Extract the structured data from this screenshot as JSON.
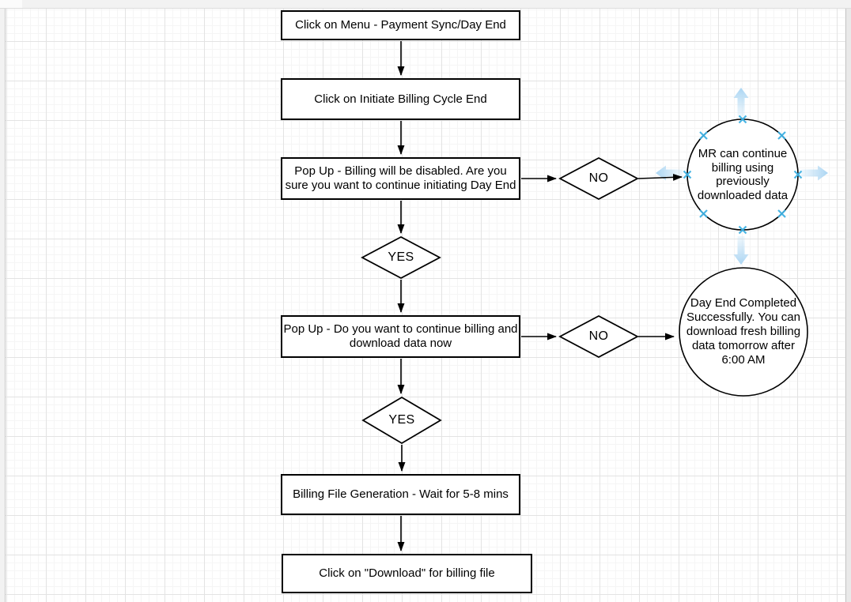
{
  "app": {
    "view": "diagram-editor-canvas"
  },
  "flowchart": {
    "nodes": [
      {
        "id": "step1",
        "type": "process",
        "label": "Click on Menu - Payment Sync/Day End"
      },
      {
        "id": "step2",
        "type": "process",
        "label": "Click on Initiate Billing Cycle End"
      },
      {
        "id": "popup1",
        "type": "process",
        "label": "Pop Up - Billing will be disabled. Are you\nsure you want to continue initiating Day End"
      },
      {
        "id": "yes1",
        "type": "decision",
        "label": "YES"
      },
      {
        "id": "no1",
        "type": "decision",
        "label": "NO"
      },
      {
        "id": "circle1",
        "type": "terminator",
        "label": "MR can continue\nbilling using\npreviously\ndownloaded data"
      },
      {
        "id": "popup2",
        "type": "process",
        "label": "Pop Up - Do you want to continue billing and\ndownload data now"
      },
      {
        "id": "yes2",
        "type": "decision",
        "label": "YES"
      },
      {
        "id": "no2",
        "type": "decision",
        "label": "NO"
      },
      {
        "id": "circle2",
        "type": "terminator",
        "label": "Day End Completed\nSuccessfully. You can\ndownload fresh billing\ndata tomorrow after\n6:00 AM"
      },
      {
        "id": "step5",
        "type": "process",
        "label": "Billing File Generation - Wait for 5-8 mins"
      },
      {
        "id": "step6",
        "type": "process",
        "label": "Click on \"Download\" for billing file"
      }
    ],
    "edges": [
      {
        "from": "step1",
        "to": "step2"
      },
      {
        "from": "step2",
        "to": "popup1"
      },
      {
        "from": "popup1",
        "to": "yes1"
      },
      {
        "from": "popup1",
        "to": "no1"
      },
      {
        "from": "no1",
        "to": "circle1"
      },
      {
        "from": "yes1",
        "to": "popup2"
      },
      {
        "from": "popup2",
        "to": "no2"
      },
      {
        "from": "no2",
        "to": "circle2"
      },
      {
        "from": "popup2",
        "to": "yes2"
      },
      {
        "from": "yes2",
        "to": "step5"
      },
      {
        "from": "step5",
        "to": "step6"
      }
    ],
    "hover_controls": {
      "target": "circle1",
      "directional_arrows": [
        "up",
        "right",
        "down",
        "left"
      ],
      "connection_points": 8
    },
    "colors": {
      "shape_stroke": "#000000",
      "shape_fill": "#ffffff",
      "text": "#000000",
      "hover_arrow": "#b5daf2",
      "connection_point": "#3fb1e3",
      "canvas_bg": "#ffffff",
      "grid_minor": "#f5f5f5",
      "grid_major": "#e3e3e3",
      "gutter": "#f2f2f2"
    }
  }
}
